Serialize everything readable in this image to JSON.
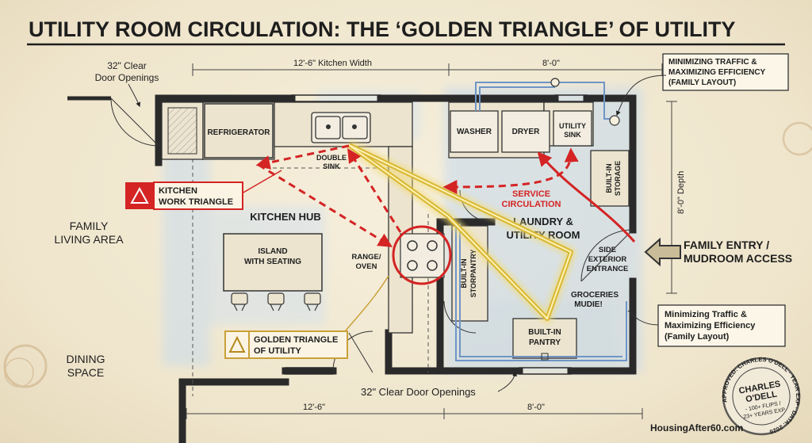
{
  "title": "UTILITY ROOM CIRCULATION: THE ‘GOLDEN TRIANGLE’ OF UTILITY",
  "dims": {
    "kitchen_width": "12'-6\" Kitchen Width",
    "laundry_width": "8'-0\"",
    "depth": "8'-0\" Depth",
    "bottom_left": "12'-6\"",
    "bottom_right": "8'-0\""
  },
  "notes": {
    "clear_top_line1": "32\" Clear",
    "clear_top_line2": "Door Openings",
    "clear_bottom": "32\" Clear Door Openings",
    "efficiency_top_line1": "MINIMIZING TRAFFIC &",
    "efficiency_top_line2": "MAXIMIZING EFFICIENCY",
    "efficiency_top_line3": "(FAMILY LAYOUT)",
    "efficiency_bottom_line1": "Minimizing Traffic &",
    "efficiency_bottom_line2": "Maximizing Efficiency",
    "efficiency_bottom_line3": "(Family Layout)"
  },
  "rooms": {
    "family_line1": "FAMILY",
    "family_line2": "LIVING AREA",
    "dining_line1": "DINING",
    "dining_line2": "SPACE",
    "kitchen_hub": "KITCHEN HUB",
    "laundry_line1": "LAUNDRY &",
    "laundry_line2": "UTILITY ROOM"
  },
  "fixtures": {
    "refrigerator": "REFRIGERATOR",
    "double_sink_line1": "DOUBLE",
    "double_sink_line2": "SINK",
    "island_line1": "ISLAND",
    "island_line2": "WITH SEATING",
    "range_line1": "RANGE/",
    "range_line2": "OVEN",
    "washer": "WASHER",
    "dryer": "DRYER",
    "utility_sink_line1": "UTILITY",
    "utility_sink_line2": "SINK",
    "storage_line1": "BUILT-IN",
    "storage_line2": "STORAGE",
    "storpantry_line1": "BUILT-IN",
    "storpantry_line2": "STORPANTRY",
    "pantry_line1": "BUILT-IN",
    "pantry_line2": "PANTRY",
    "side_entrance_line1": "SIDE",
    "side_entrance_line2": "EXTERIOR",
    "side_entrance_line3": "ENTRANCE",
    "groceries_line1": "GROCERIES",
    "groceries_line2": "MUDIE!"
  },
  "legend": {
    "kitchen_triangle_line1": "KITCHEN",
    "kitchen_triangle_line2": "WORK TRIANGLE",
    "golden_triangle_line1": "GOLDEN TRIANGLE",
    "golden_triangle_line2": "OF UTILITY",
    "service_line1": "SERVICE",
    "service_line2": "CIRCULATION",
    "family_entry_line1": "FAMILY ENTRY /",
    "family_entry_line2": "MUDROOM ACCESS"
  },
  "stamp": {
    "ring": "APPROVED: CHARLES O'DELL · YEAR EXP · DATA: 2026",
    "name_line1": "CHARLES",
    "name_line2": "O'DELL",
    "detail_line1": "- 100+ FLIPS /",
    "detail_line2": "23+ YEARS EXP"
  },
  "watermark": "HousingAfter60.com",
  "colors": {
    "wall": "#2a2a2a",
    "kitchen_path": "#d42424",
    "golden_path": "#d8b733",
    "plumbing": "#6f95c6"
  }
}
